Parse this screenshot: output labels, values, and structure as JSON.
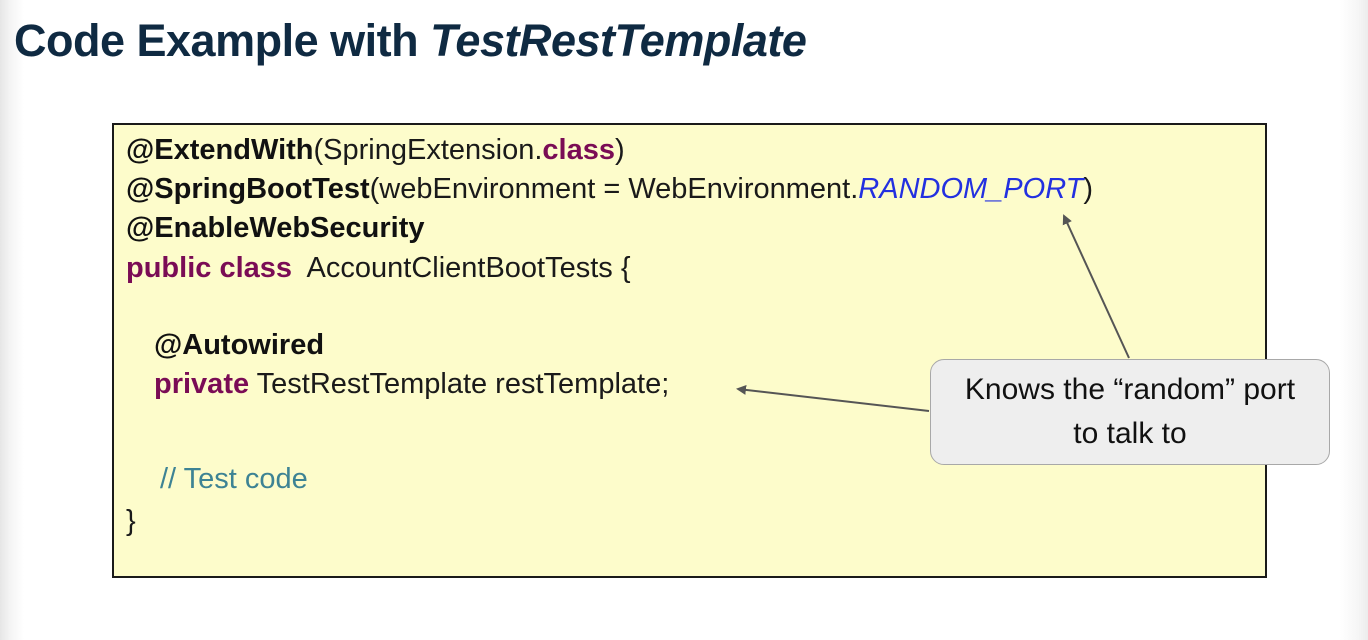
{
  "title": {
    "prefix": "Code Example with ",
    "emphasis": "TestRestTemplate"
  },
  "code": {
    "line1": {
      "annotation": "@ExtendWith",
      "open": "(SpringExtension.",
      "keyword": "class",
      "close": ")"
    },
    "line2": {
      "annotation": "@SpringBootTest",
      "text": "(webEnvironment = WebEnvironment.",
      "constant": "RANDOM_PORT",
      "close": ")"
    },
    "line3": {
      "annotation": "@EnableWebSecurity"
    },
    "line4": {
      "keyword": "public class",
      "text": "  AccountClientBootTests {"
    },
    "line5": {
      "annotation": "@Autowired"
    },
    "line6": {
      "keyword": "private",
      "text": " TestRestTemplate restTemplate;"
    },
    "line7": {
      "comment": "// Test code"
    },
    "line8": {
      "text": "}"
    }
  },
  "callout": {
    "text": "Knows the “random” port to talk to"
  },
  "colors": {
    "title": "#0f2a42",
    "code_background": "#fdfccb",
    "keyword": "#7a0c55",
    "constant": "#2330e0",
    "comment": "#3d8394",
    "callout_background": "#eeeeee",
    "arrow": "#555555"
  }
}
